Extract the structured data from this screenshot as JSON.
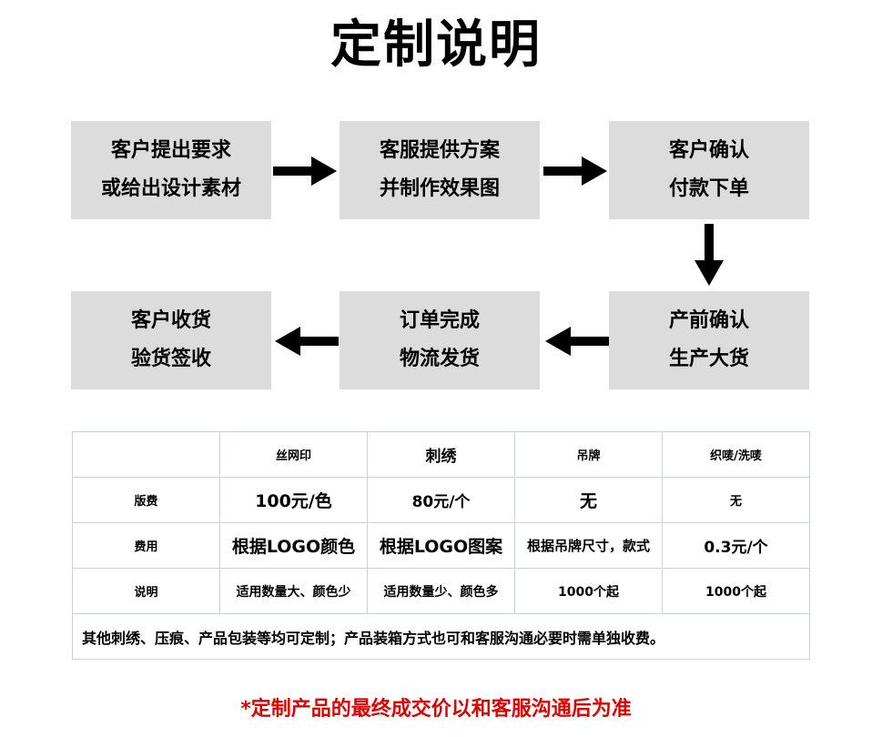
{
  "title": "定制说明",
  "steps": [
    {
      "line1": "客户提出要求",
      "line2": "或给出设计素材"
    },
    {
      "line1": "客服提供方案",
      "line2": "并制作效果图"
    },
    {
      "line1": "客户确认",
      "line2": "付款下单"
    },
    {
      "line1": "产前确认",
      "line2": "生产大货"
    },
    {
      "line1": "订单完成",
      "line2": "物流发货"
    },
    {
      "line1": "客户收货",
      "line2": "验货签收"
    }
  ],
  "table": {
    "headers": [
      "",
      "丝网印",
      "刺绣",
      "吊牌",
      "织唛/洗唛"
    ],
    "rows": [
      {
        "label": "版费",
        "cells": [
          "100元/色",
          "80元/个",
          "无",
          "无"
        ]
      },
      {
        "label": "费用",
        "cells": [
          "根据LOGO颜色",
          "根据LOGO图案",
          "根据吊牌尺寸，款式",
          "0.3元/个"
        ]
      },
      {
        "label": "说明",
        "cells": [
          "适用数量大、颜色少",
          "适用数量少、颜色多",
          "1000个起",
          "1000个起"
        ]
      }
    ],
    "note": "其他刺绣、压痕、产品包装等均可定制；产品装箱方式也可和客服沟通必要时需单独收费。"
  },
  "footer": "*定制产品的最终成交价以和客服沟通后为准"
}
